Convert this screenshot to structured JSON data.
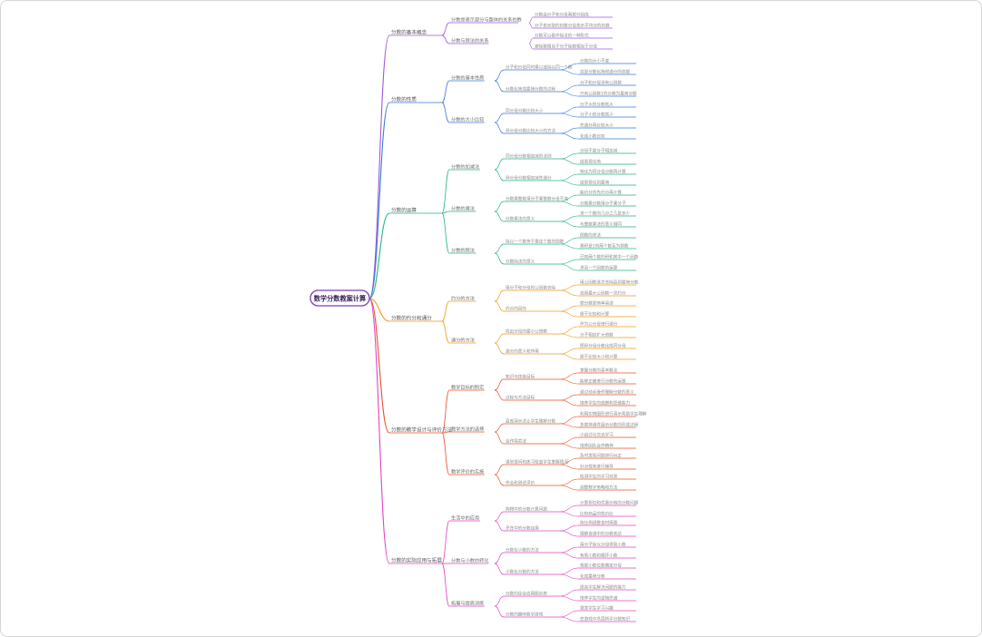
{
  "root": {
    "label": "数学分数教案计算",
    "color": "#7d3cbd"
  },
  "branches": [
    {
      "label": "分数的基本概念",
      "color": "#9b59e0",
      "children": [
        {
          "label": "分数是表示部分与整体的关系的数",
          "children": [
            "分数由分子和分母两部分组成",
            "分子表示取的份数分母表示平均分的份数"
          ]
        },
        {
          "label": "分数与除法的关系",
          "children": [
            "分数可以看作除法的一种形式",
            "被除数相当于分子除数相当于分母"
          ]
        }
      ]
    },
    {
      "label": "分数的性质",
      "color": "#3a78d6",
      "children": [
        {
          "label": "分数的基本性质",
          "children": [
            {
              "label": "分子和分母同时乘以或除以同一个数",
              "leaves": [
                "分数的大小不变",
                "这是分数化简和通分的依据"
              ]
            },
            {
              "label": "分数化简成最简分数的过程",
              "leaves": [
                "分子和分母没有公因数",
                "只有公因数1的分数为最简分数"
              ]
            }
          ]
        },
        {
          "label": "分数的大小比较",
          "children": [
            {
              "label": "同分母分数比较大小",
              "leaves": [
                "分子大的分数就大",
                "分子小的分数就小"
              ]
            },
            {
              "label": "异分母分数比较大小的方法",
              "leaves": [
                "先通分再比较大小",
                "化成小数比较"
              ]
            }
          ]
        }
      ]
    },
    {
      "label": "分数的运算",
      "color": "#21b57d",
      "children": [
        {
          "label": "分数的加减法",
          "children": [
            {
              "label": "同分母分数相加减的法则",
              "leaves": [
                "分母不变分子相加减",
                "结果要化简"
              ]
            },
            {
              "label": "异分母分数相加减先通分",
              "leaves": [
                "转化为同分母分数再计算",
                "结果要化到最简"
              ]
            }
          ]
        },
        {
          "label": "分数的乘法",
          "children": [
            {
              "label": "分数乘整数用分子乘整数分母不变",
              "leaves": [
                "能约分的先约分再计算",
                "分数乘分数用分子乘分子"
              ]
            },
            {
              "label": "分数乘法的意义",
              "leaves": [
                "求一个数的几分之几是多少",
                "与整数乘法的意义相同"
              ]
            }
          ]
        },
        {
          "label": "分数的除法",
          "children": [
            {
              "label": "除以一个数等于乘这个数的倒数",
              "leaves": [
                "倒数的求法",
                "乘积是1的两个数互为倒数"
              ]
            },
            {
              "label": "分数除法的意义",
              "leaves": [
                "已知两个数的积和其中一个因数",
                "求另一个因数的运算"
              ]
            }
          ]
        }
      ]
    },
    {
      "label": "分数的约分和通分",
      "color": "#f09a1a",
      "children": [
        {
          "label": "约分的方法",
          "children": [
            {
              "label": "用分子和分母的公因数去除",
              "leaves": [
                "用公因数逐次去除直到最简分数",
                "或用最大公因数一次约分"
              ]
            },
            {
              "label": "约分的目的",
              "leaves": [
                "使分数更简单易读",
                "便于比较和计算"
              ]
            }
          ]
        },
        {
          "label": "通分的方法",
          "children": [
            {
              "label": "找出分母的最小公倍数",
              "leaves": [
                "作为公分母进行通分",
                "分子相应扩大倍数"
              ]
            },
            {
              "label": "通分的意义和作用",
              "leaves": [
                "把异分母分数化成同分母",
                "便于比较大小和计算"
              ]
            }
          ]
        }
      ]
    },
    {
      "label": "分数的教学设计与评价方法",
      "color": "#e8502a",
      "children": [
        {
          "label": "教学目标的制定",
          "children": [
            {
              "label": "知识与技能目标",
              "leaves": [
                "掌握分数的基本概念",
                "能够正确进行分数的运算"
              ]
            },
            {
              "label": "过程与方法目标",
              "leaves": [
                "通过动手操作理解分数的意义",
                "培养学生的观察和思维能力"
              ]
            }
          ]
        },
        {
          "label": "教学方法的选择",
          "children": [
            {
              "label": "直观演示法让学生理解分数",
              "leaves": [
                "利用实物图形进行演示帮助学生理解",
                "多媒体课件展示分数的形成过程"
              ]
            },
            {
              "label": "合作探究法",
              "leaves": [
                "小组讨论交流学习",
                "培养团队合作精神"
              ]
            }
          ]
        },
        {
          "label": "教学评价的实施",
          "children": [
            {
              "label": "课堂提问和练习检查学生掌握情况",
              "leaves": [
                "及时发现问题进行纠正",
                "针对性地进行辅导"
              ]
            },
            {
              "label": "作业和测试评价",
              "leaves": [
                "检测学生的学习效果",
                "调整教学策略和方法"
              ]
            }
          ]
        }
      ]
    },
    {
      "label": "分数的实际应用与拓展",
      "color": "#e044c6",
      "children": [
        {
          "label": "生活中的应用",
          "children": [
            {
              "label": "购物中的分数计算问题",
              "leaves": [
                "计算折扣和优惠价格的分数问题",
                "比较商品的性价比"
              ]
            },
            {
              "label": "烹饪中的分数应用",
              "leaves": [
                "按比例调整食材用量",
                "理解食谱中的分数表达"
              ]
            }
          ]
        },
        {
          "label": "分数与小数的转化",
          "children": [
            {
              "label": "分数化小数的方法",
              "leaves": [
                "用分子除以分母得到小数",
                "有限小数和循环小数"
              ]
            },
            {
              "label": "小数化分数的方法",
              "leaves": [
                "根据小数位数确定分母",
                "化成最简分数"
              ]
            }
          ]
        },
        {
          "label": "拓展与提高训练",
          "children": [
            {
              "label": "分数的综合应用题训练",
              "leaves": [
                "提高学生解决问题的能力",
                "培养学生的逻辑思维"
              ]
            },
            {
              "label": "分数的趣味数学游戏",
              "leaves": [
                "激发学生学习兴趣",
                "在游戏中巩固所学分数知识"
              ]
            }
          ]
        }
      ]
    }
  ]
}
